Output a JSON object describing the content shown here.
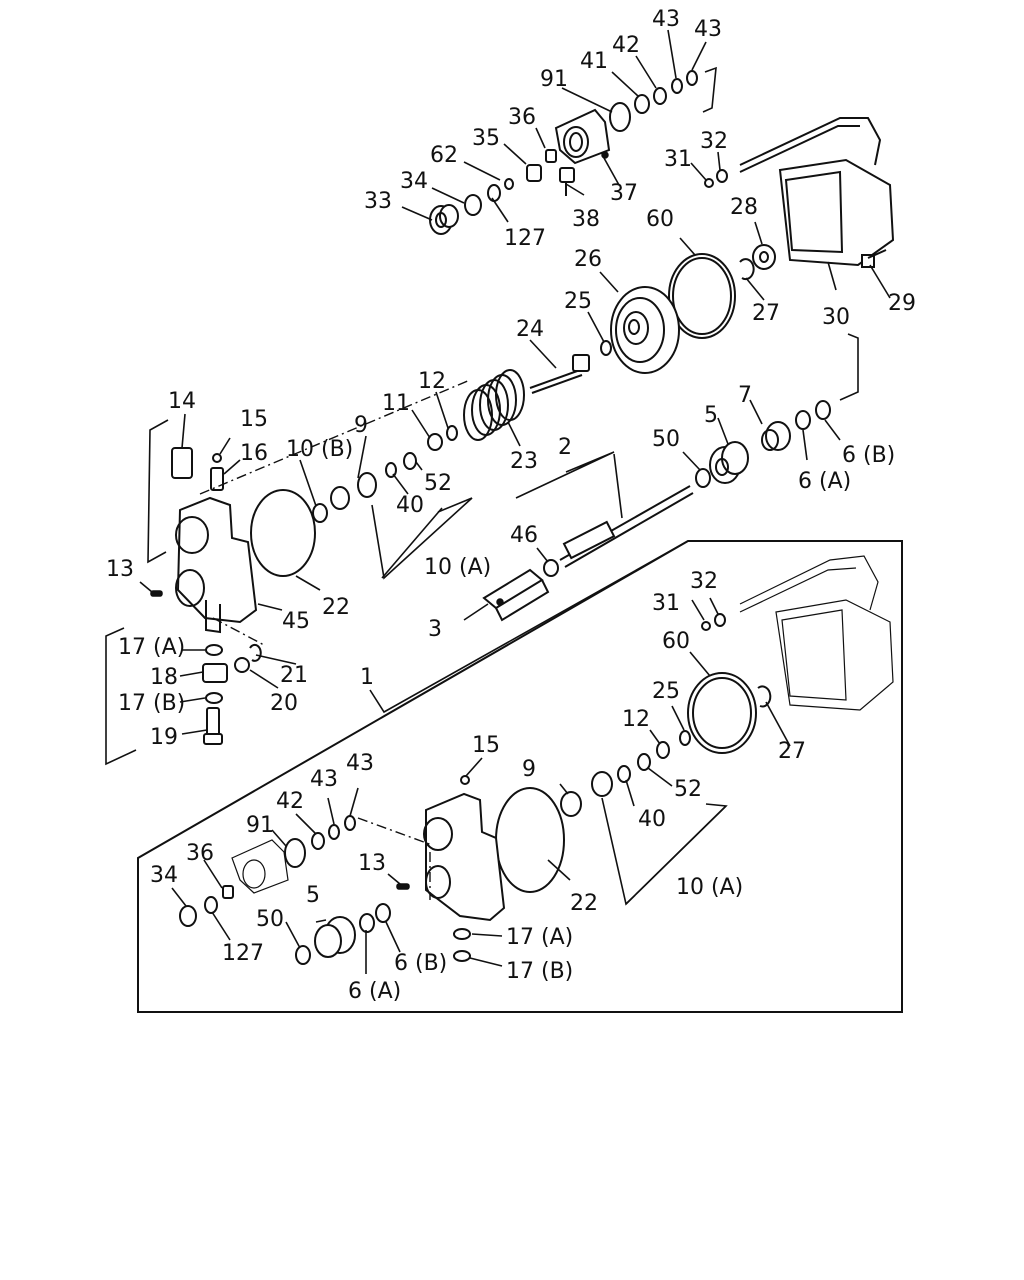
{
  "labels": {
    "l1": "1",
    "l2": "2",
    "l3": "3",
    "l5a": "5",
    "l5b": "5",
    "l6a_top": "6 (A)",
    "l6b_top": "6 (B)",
    "l6a_bot": "6 (A)",
    "l6b_bot": "6 (B)",
    "l7": "7",
    "l9a": "9",
    "l9b": "9",
    "l10a_top": "10 (A)",
    "l10b": "10 (B)",
    "l10a_bot": "10 (A)",
    "l11": "11",
    "l12a": "12",
    "l12b": "12",
    "l13a": "13",
    "l13b": "13",
    "l14": "14",
    "l15a": "15",
    "l15b": "15",
    "l16": "16",
    "l17a_top": "17 (A)",
    "l17b_top": "17 (B)",
    "l17a_bot": "17 (A)",
    "l17b_bot": "17 (B)",
    "l18": "18",
    "l19": "19",
    "l20": "20",
    "l21": "21",
    "l22a": "22",
    "l22b": "22",
    "l23": "23",
    "l24": "24",
    "l25a": "25",
    "l25b": "25",
    "l26": "26",
    "l27a": "27",
    "l27b": "27",
    "l28": "28",
    "l29": "29",
    "l30": "30",
    "l31a": "31",
    "l31b": "31",
    "l32a": "32",
    "l32b": "32",
    "l33": "33",
    "l34a": "34",
    "l34b": "34",
    "l35": "35",
    "l36a": "36",
    "l36b": "36",
    "l37": "37",
    "l38": "38",
    "l40a": "40",
    "l40b": "40",
    "l41": "41",
    "l42a": "42",
    "l42b": "42",
    "l43a": "43",
    "l43b": "43",
    "l43c": "43",
    "l43d": "43",
    "l45": "45",
    "l46": "46",
    "l50a": "50",
    "l50b": "50",
    "l52a": "52",
    "l52b": "52",
    "l60a": "60",
    "l60b": "60",
    "l62": "62",
    "l91a": "91",
    "l91b": "91",
    "l127a": "127",
    "l127b": "127"
  },
  "colors": {
    "ink": "#111111",
    "paper": "#ffffff"
  }
}
